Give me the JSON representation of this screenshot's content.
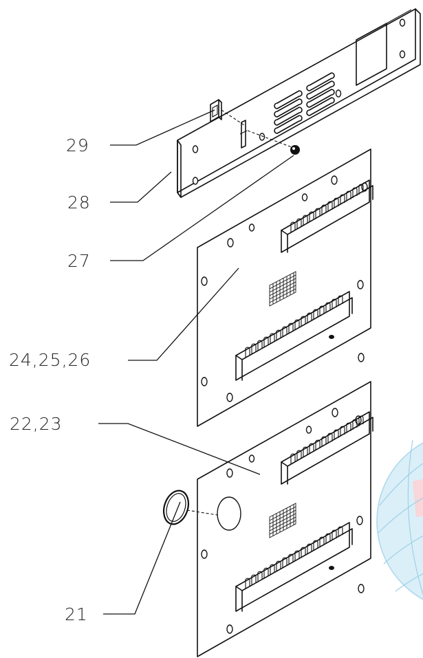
{
  "callouts": [
    {
      "id": "c29",
      "text": "29"
    },
    {
      "id": "c28",
      "text": "28"
    },
    {
      "id": "c27",
      "text": "27"
    },
    {
      "id": "c24",
      "text": "24,25,26"
    },
    {
      "id": "c22",
      "text": "22,23"
    },
    {
      "id": "c21",
      "text": "21"
    }
  ],
  "watermark": {
    "colors": [
      "#bfe3f3",
      "#f7c6c6"
    ]
  }
}
